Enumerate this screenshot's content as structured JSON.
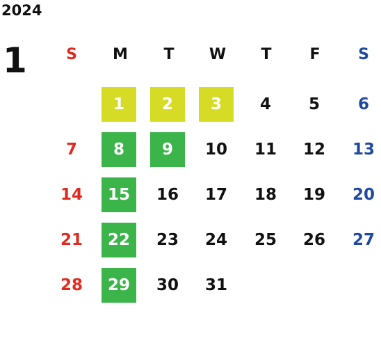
{
  "year": "2024",
  "month": "1",
  "weekdays": [
    "S",
    "M",
    "T",
    "W",
    "T",
    "F",
    "S"
  ],
  "colors": {
    "sunday": "#e02a1f",
    "saturday": "#1f4aa0",
    "highlight_yellow": "#d6dc25",
    "highlight_green": "#3bb54a"
  },
  "days": [
    {
      "day": "1",
      "col": 1,
      "row": 0,
      "hl": "yellow"
    },
    {
      "day": "2",
      "col": 2,
      "row": 0,
      "hl": "yellow"
    },
    {
      "day": "3",
      "col": 3,
      "row": 0,
      "hl": "yellow"
    },
    {
      "day": "4",
      "col": 4,
      "row": 0
    },
    {
      "day": "5",
      "col": 5,
      "row": 0
    },
    {
      "day": "6",
      "col": 6,
      "row": 0
    },
    {
      "day": "7",
      "col": 0,
      "row": 1
    },
    {
      "day": "8",
      "col": 1,
      "row": 1,
      "hl": "green"
    },
    {
      "day": "9",
      "col": 2,
      "row": 1,
      "hl": "green"
    },
    {
      "day": "10",
      "col": 3,
      "row": 1
    },
    {
      "day": "11",
      "col": 4,
      "row": 1
    },
    {
      "day": "12",
      "col": 5,
      "row": 1
    },
    {
      "day": "13",
      "col": 6,
      "row": 1
    },
    {
      "day": "14",
      "col": 0,
      "row": 2
    },
    {
      "day": "15",
      "col": 1,
      "row": 2,
      "hl": "green"
    },
    {
      "day": "16",
      "col": 2,
      "row": 2
    },
    {
      "day": "17",
      "col": 3,
      "row": 2
    },
    {
      "day": "18",
      "col": 4,
      "row": 2
    },
    {
      "day": "19",
      "col": 5,
      "row": 2
    },
    {
      "day": "20",
      "col": 6,
      "row": 2
    },
    {
      "day": "21",
      "col": 0,
      "row": 3
    },
    {
      "day": "22",
      "col": 1,
      "row": 3,
      "hl": "green"
    },
    {
      "day": "23",
      "col": 2,
      "row": 3
    },
    {
      "day": "24",
      "col": 3,
      "row": 3
    },
    {
      "day": "25",
      "col": 4,
      "row": 3
    },
    {
      "day": "26",
      "col": 5,
      "row": 3
    },
    {
      "day": "27",
      "col": 6,
      "row": 3
    },
    {
      "day": "28",
      "col": 0,
      "row": 4
    },
    {
      "day": "29",
      "col": 1,
      "row": 4,
      "hl": "green"
    },
    {
      "day": "30",
      "col": 2,
      "row": 4
    },
    {
      "day": "31",
      "col": 3,
      "row": 4
    }
  ]
}
